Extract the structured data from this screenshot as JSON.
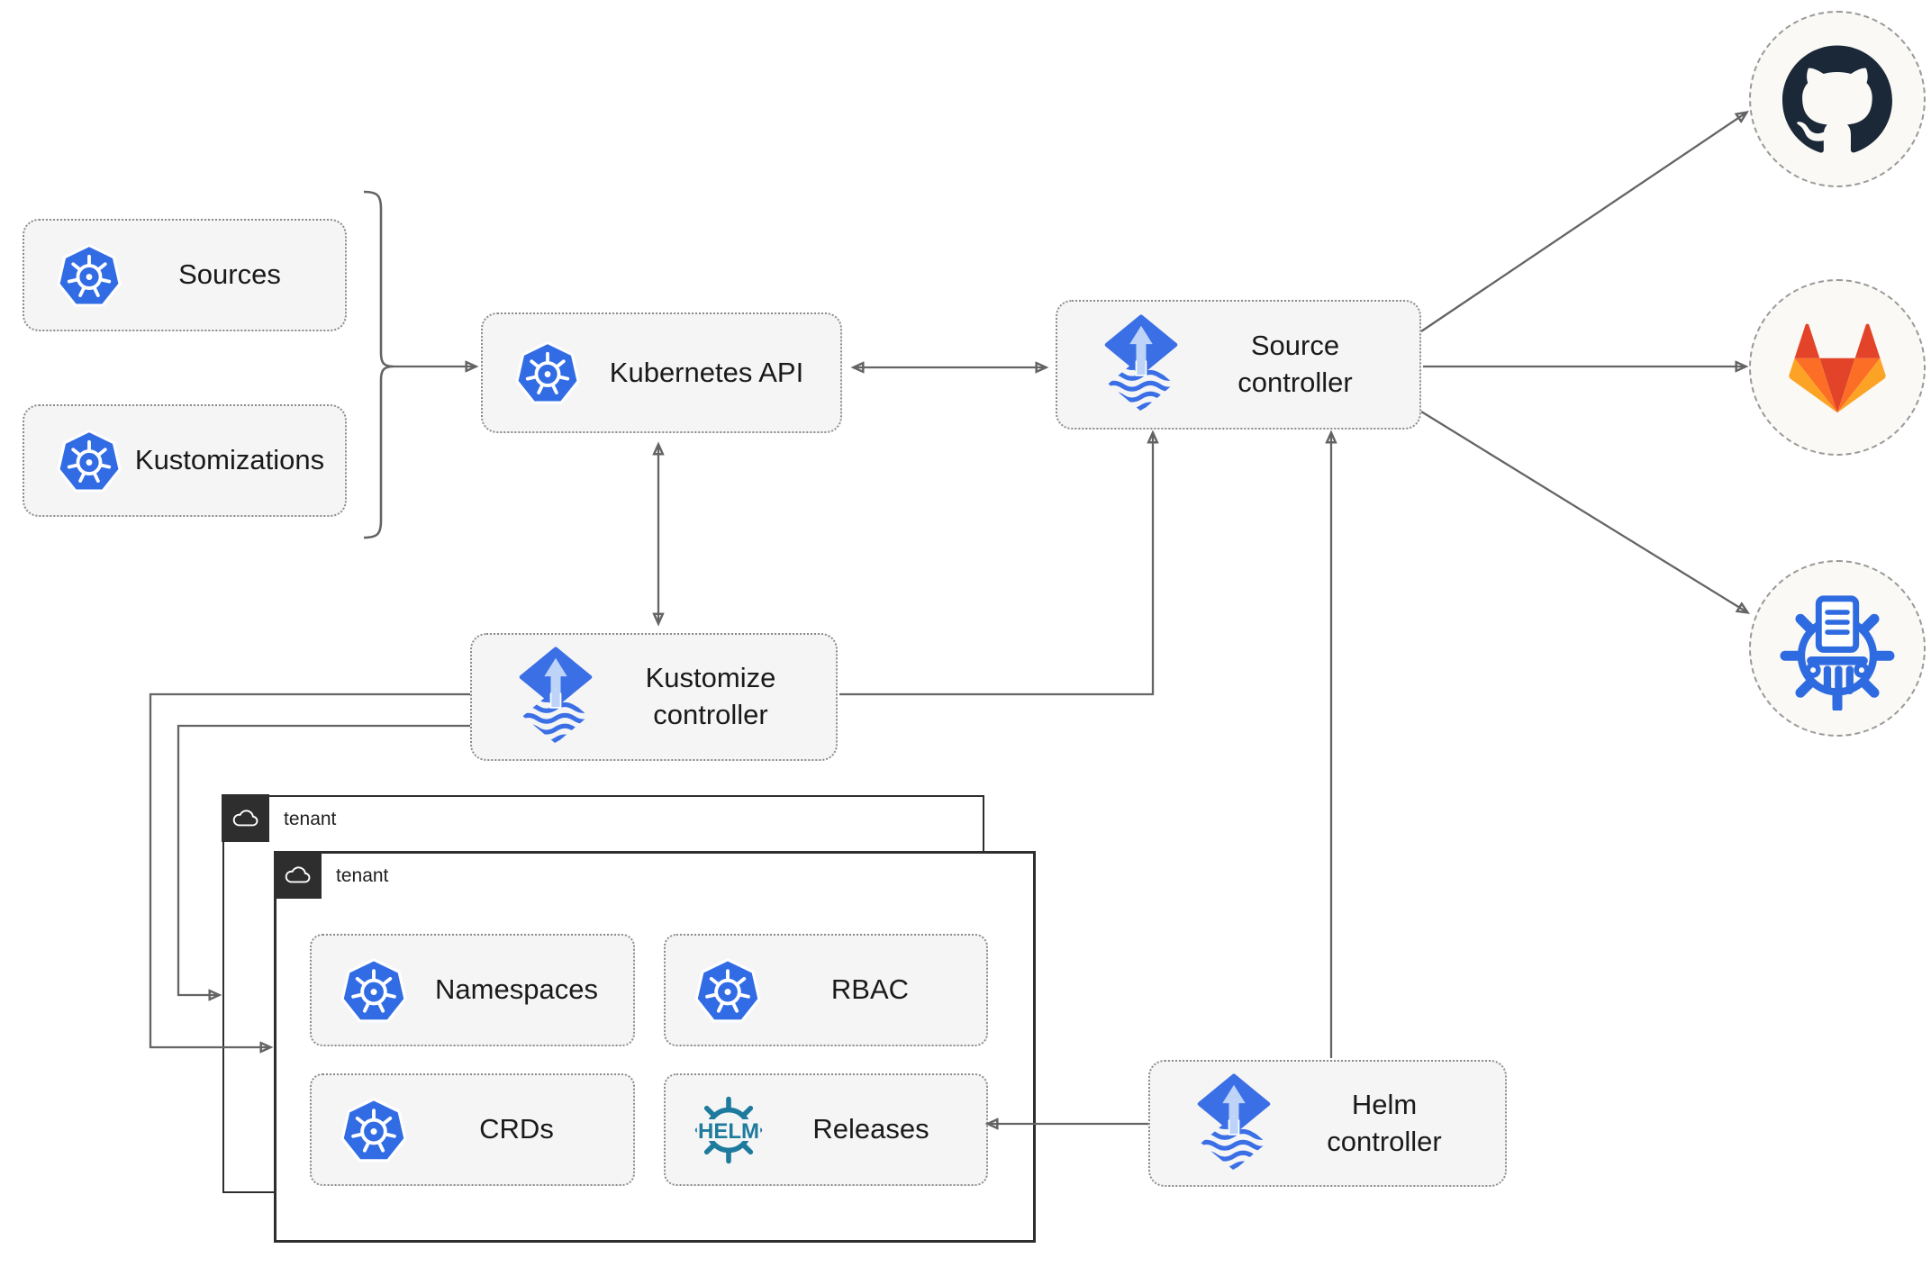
{
  "diagram": {
    "nodes": {
      "sources": "Sources",
      "kustomizations": "Kustomizations",
      "kubernetes_api": "Kubernetes API",
      "source_controller": "Source controller",
      "kustomize_controller": "Kustomize controller",
      "helm_controller": "Helm controller",
      "namespaces": "Namespaces",
      "rbac": "RBAC",
      "crds": "CRDs",
      "releases": "Releases"
    },
    "tenant": {
      "back": "tenant",
      "front": "tenant"
    },
    "logos": {
      "helm": "HELM"
    },
    "colors": {
      "kubernetes_blue": "#326CE5",
      "flux_blue": "#3B6FE6",
      "flux_arrow_light": "#BDD3F8",
      "helm_teal": "#1E7B9E",
      "chart_repo_blue": "#2F6BE0",
      "github_dark": "#1B2837",
      "gitlab_red_orange": "#E24329",
      "gitlab_orange": "#FC6D26",
      "gitlab_light_orange": "#FCA326",
      "node_background": "#F5F5F5",
      "connector_gray": "#646464",
      "tenant_border": "#2E2E2E"
    }
  }
}
